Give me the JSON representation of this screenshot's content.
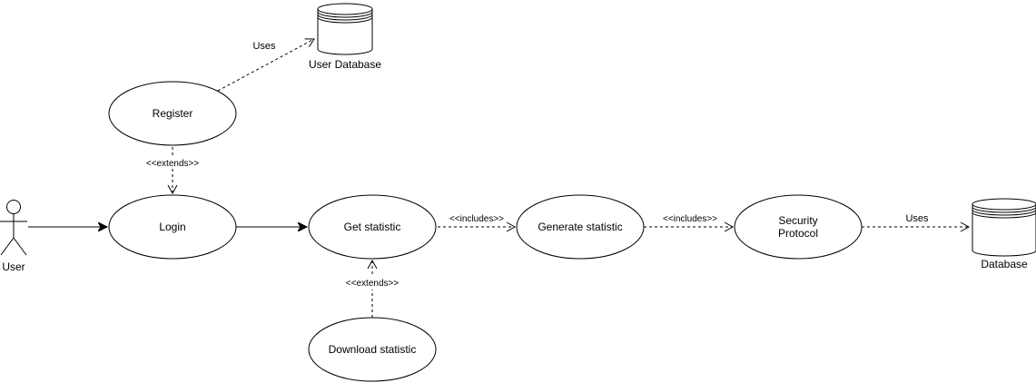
{
  "diagram": {
    "actors": [
      {
        "id": "user",
        "label": "User",
        "icon": "stick-figure-icon"
      }
    ],
    "databases": [
      {
        "id": "user_db",
        "label": "User Database",
        "icon": "database-cylinder-icon"
      },
      {
        "id": "db",
        "label": "Database",
        "icon": "database-cylinder-icon"
      }
    ],
    "use_cases": [
      {
        "id": "register",
        "label": "Register"
      },
      {
        "id": "login",
        "label": "Login"
      },
      {
        "id": "get_statistic",
        "label": "Get statistic"
      },
      {
        "id": "generate_statistic",
        "label": "Generate statistic"
      },
      {
        "id": "security_protocol",
        "label": "Security\nProtocol"
      },
      {
        "id": "download_statistic",
        "label": "Download statistic"
      }
    ],
    "relations": [
      {
        "from": "user",
        "to": "login",
        "style": "solid",
        "label": ""
      },
      {
        "from": "login",
        "to": "get_statistic",
        "style": "solid",
        "label": ""
      },
      {
        "from": "register",
        "to": "user_db",
        "style": "dashed",
        "label": "Uses"
      },
      {
        "from": "register",
        "to": "login",
        "style": "dashed",
        "label": "<<extends>>"
      },
      {
        "from": "get_statistic",
        "to": "generate_statistic",
        "style": "dashed",
        "label": "<<includes>>"
      },
      {
        "from": "generate_statistic",
        "to": "security_protocol",
        "style": "dashed",
        "label": "<<includes>>"
      },
      {
        "from": "security_protocol",
        "to": "db",
        "style": "dashed",
        "label": "Uses"
      },
      {
        "from": "download_statistic",
        "to": "get_statistic",
        "style": "dashed",
        "label": "<<extends>>"
      }
    ]
  }
}
